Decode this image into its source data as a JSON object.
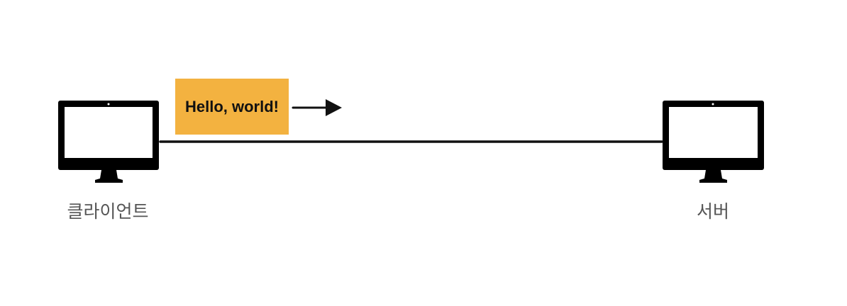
{
  "colors": {
    "monitor": "#000000",
    "screen": "#ffffff",
    "message_bg": "#f3b240",
    "connection": "#111111",
    "label_text": "#555555"
  },
  "client": {
    "label": "클라이언트",
    "icon": "monitor-icon"
  },
  "server": {
    "label": "서버",
    "icon": "monitor-icon"
  },
  "message": {
    "text": "Hello, world!",
    "direction": "client-to-server"
  }
}
